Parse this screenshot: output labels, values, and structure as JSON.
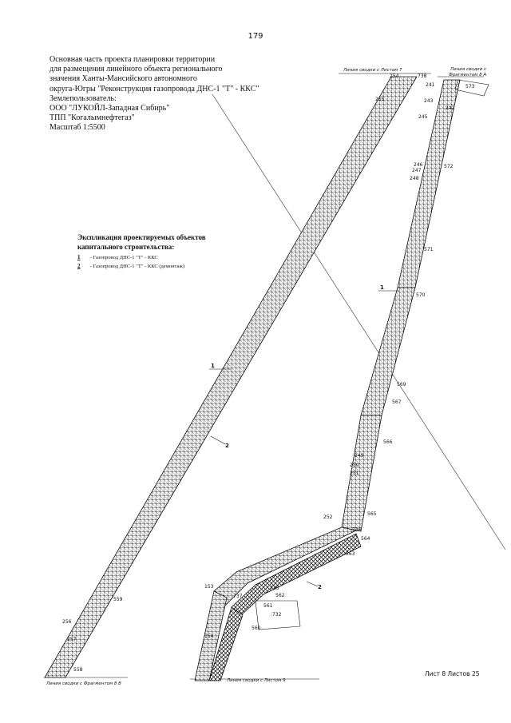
{
  "page": {
    "number": "179"
  },
  "title_block": {
    "lines": [
      "Основная часть проекта планировки территории",
      "для размещения линейного объекта регионального",
      "значения Ханты-Мансийского автономного",
      "округа-Югры \"Реконструкция газопровода ДНС-1 \"Т\" - ККС\"",
      "Землепользователь:",
      "ООО \"ЛУКОЙЛ-Западная Сибирь\"",
      "ТПП \"Когалымнефтегаз\"",
      "Масштаб 1:5500"
    ]
  },
  "legend": {
    "title_line1": "Экспликация проектируемых объектов",
    "title_line2": "капитального строительства:",
    "items": [
      {
        "num": "1",
        "text": "- Газопровод  ДНС-1 \"Т\" - ККС"
      },
      {
        "num": "2",
        "text": "- Газопровод  ДНС-1 \"Т\" - ККС (демонтаж)"
      }
    ]
  },
  "sheet_info": "Лист 8 Листов 25",
  "junction_lines": {
    "top_center": "Линия сводки с Листом 7",
    "top_right_1": "Линия сводки с",
    "top_right_2": "Фрагментом 8 А",
    "bottom_left": "Линия сводки с Фрагментом 8 В",
    "bottom_center": "Линия сводки с Листом 9"
  },
  "point_labels": {
    "p254": "254",
    "p738": "738",
    "p241": "241",
    "p255": "255",
    "p243": "243",
    "p245": "245",
    "p573": "573",
    "p242": "242",
    "p246": "246",
    "p247": "247",
    "p248": "248",
    "p572": "572",
    "p571": "571",
    "p570": "570",
    "p569": "569",
    "p567": "567",
    "p566": "566",
    "p249": "249",
    "p250": "250",
    "p251": "251",
    "p252": "252",
    "p565": "565",
    "p564": "564",
    "p563": "563",
    "p562": "562",
    "p561": "561",
    "p560": "560",
    "p559": "559",
    "p256": "256",
    "p257": "257",
    "p558": "558",
    "p153": "153",
    "p154": "154",
    "p737": "737",
    "p736": "736",
    "p735": "735",
    "p732": ":732"
  },
  "pipeline_marks": {
    "m1a": "1",
    "m1b": "1",
    "m2a": "2",
    "m2b": "2"
  },
  "colors": {
    "ink": "#111111",
    "hatch": "#222222",
    "paper": "#ffffff"
  }
}
